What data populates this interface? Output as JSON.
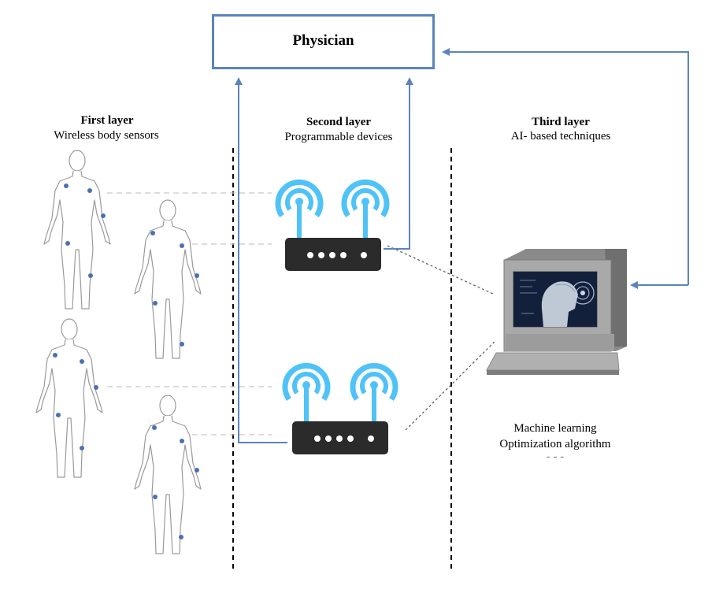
{
  "physician": {
    "label": "Physician"
  },
  "layers": [
    {
      "title": "First  layer",
      "subtitle": "Wireless  body sensors"
    },
    {
      "title": "Second  layer",
      "subtitle": "Programmable  devices"
    },
    {
      "title": "Third  layer",
      "subtitle": "AI- based techniques"
    }
  ],
  "techniques": [
    "Machine  learning",
    "Optimization  algorithm",
    "- - -"
  ],
  "colors": {
    "arrow": "#5b84bd",
    "wifi": "#4fc3f7",
    "router": "#2b2b2b",
    "sensor_dot": "#4a6fb5",
    "body_outline": "#9a9a9a",
    "divider": "#000000"
  },
  "icons": [
    "human-body-outline-icon",
    "wifi-antenna-icon",
    "router-icon",
    "computer-monitor-icon"
  ]
}
